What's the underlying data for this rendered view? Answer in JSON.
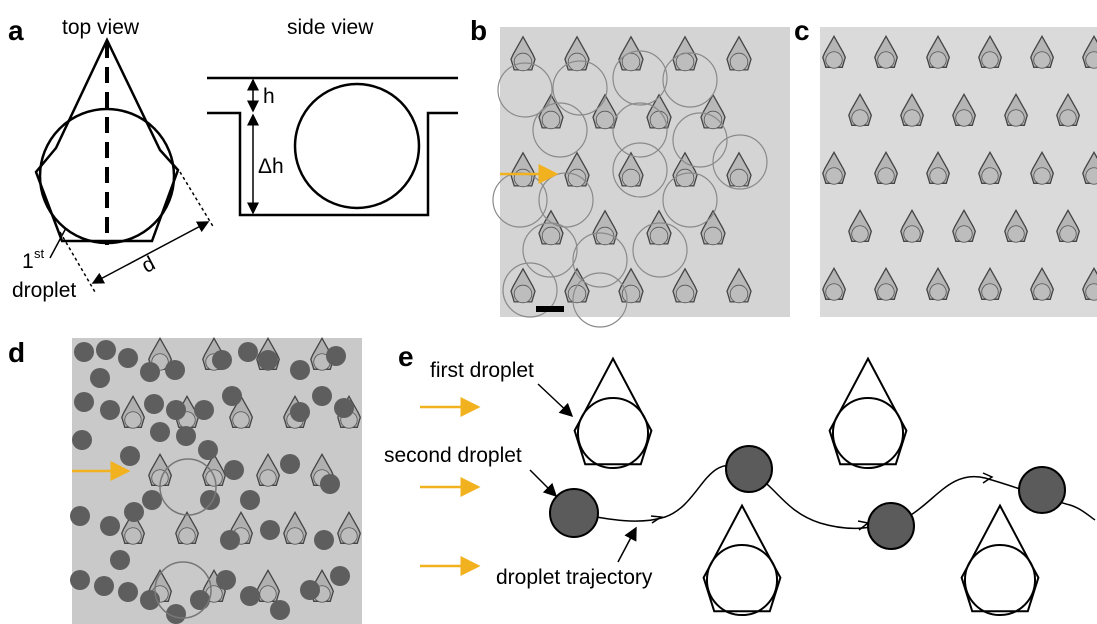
{
  "panels": {
    "a": {
      "letter": "a",
      "top_view_label": "top view",
      "side_view_label": "side view",
      "h_label": "h",
      "delta_h_label": "Δh",
      "d_label": "d",
      "first_droplet_ordinal": "1",
      "first_droplet_superscript": "st",
      "first_droplet_word": "droplet"
    },
    "b": {
      "letter": "b"
    },
    "c": {
      "letter": "c"
    },
    "d": {
      "letter": "d"
    },
    "e": {
      "letter": "e",
      "first_droplet_label": "first droplet",
      "second_droplet_label": "second droplet",
      "trajectory_label": "droplet trajectory"
    }
  },
  "colors": {
    "arrow": "#f2b11e",
    "droplet_dark": "#5b5b5b",
    "micrograph_bg_b": "#d4d4d4",
    "micrograph_bg_c": "#dadada",
    "micrograph_bg_d": "#c9c9c9",
    "trap_fill": "#9a9a9a"
  }
}
